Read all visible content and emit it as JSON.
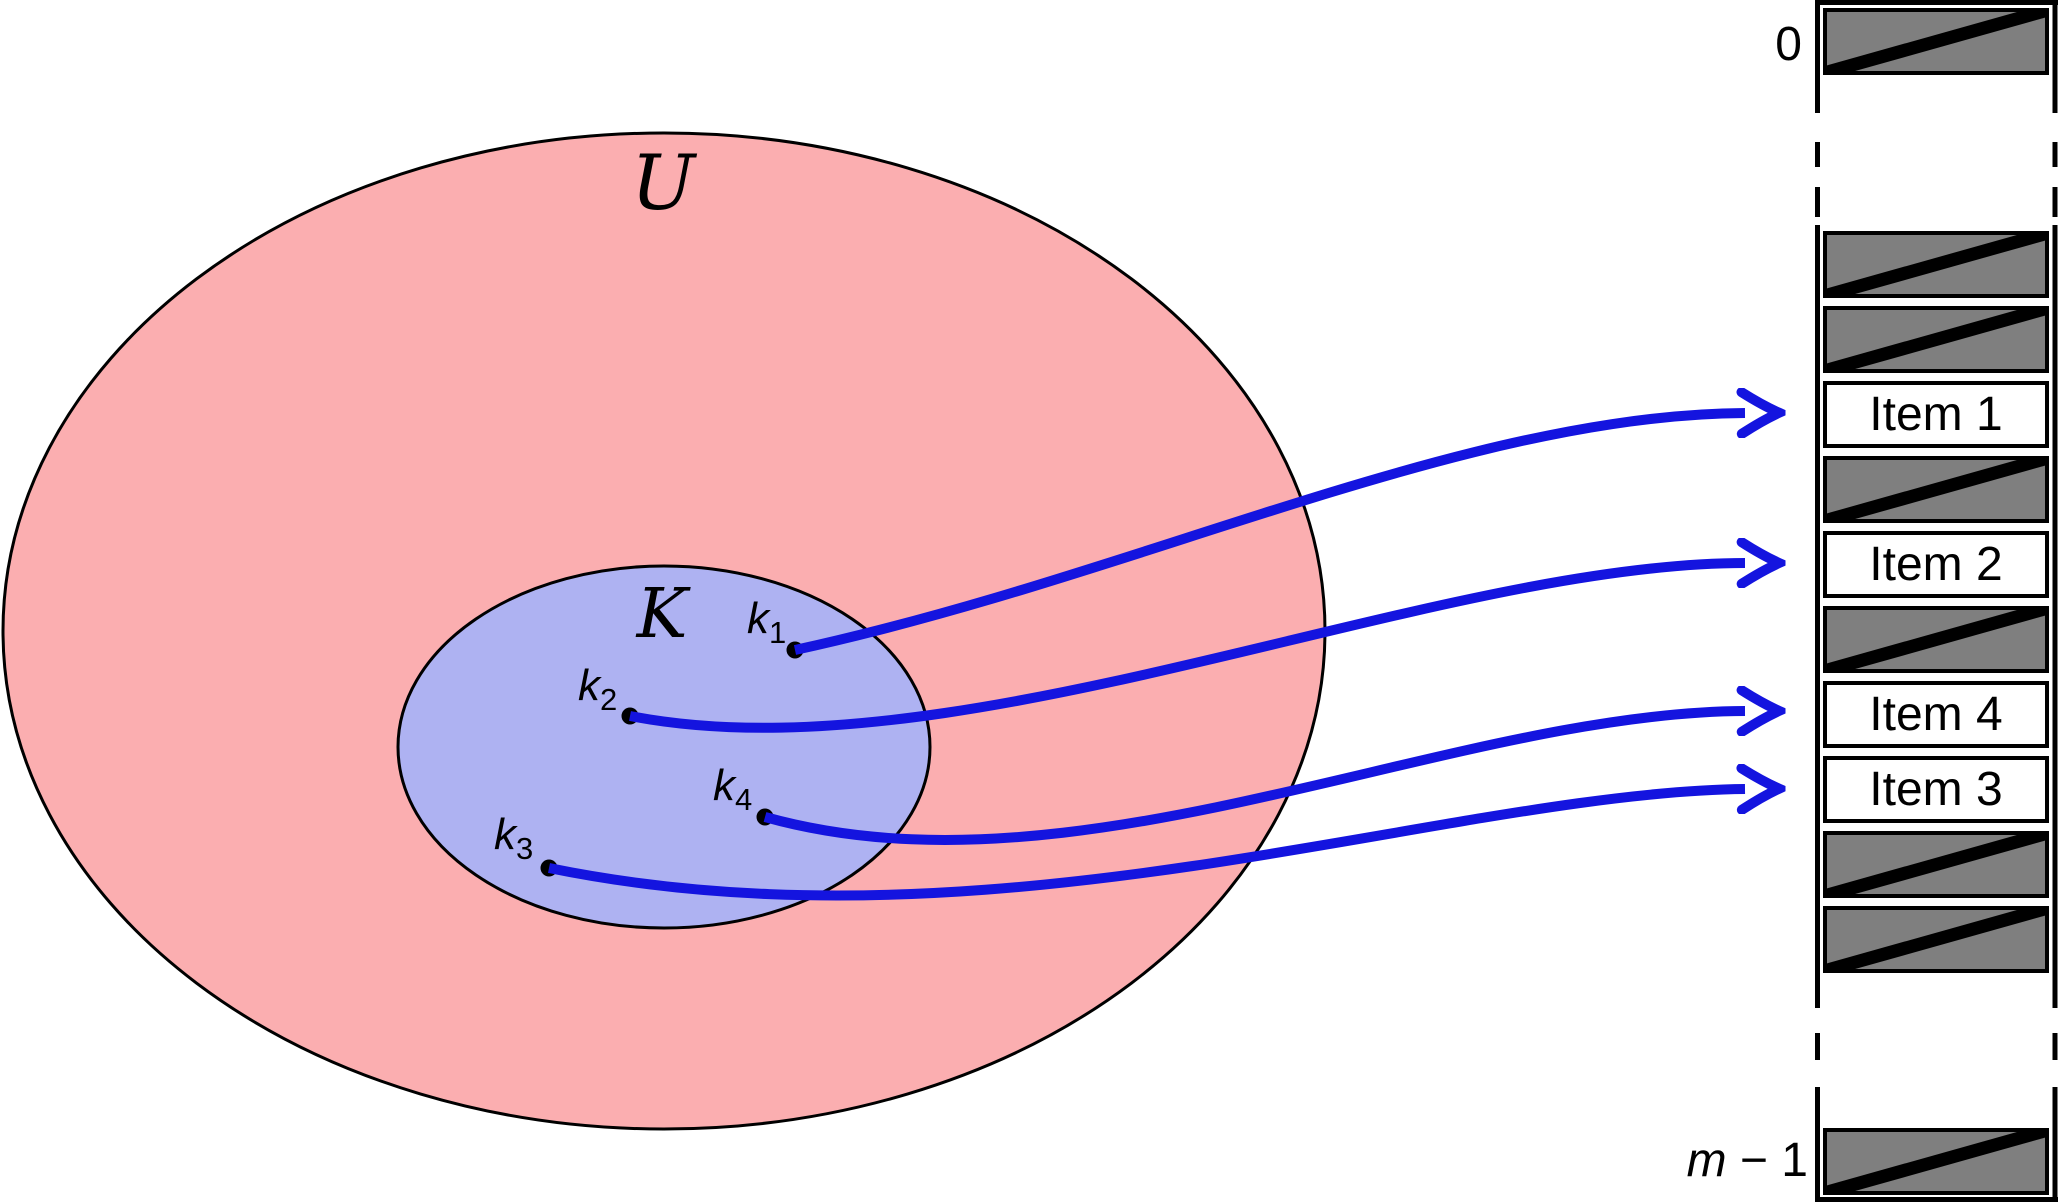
{
  "figure": {
    "universe_label": "U",
    "keys_set_label": "K",
    "keys": [
      {
        "base": "k",
        "subscript": "1"
      },
      {
        "base": "k",
        "subscript": "2"
      },
      {
        "base": "k",
        "subscript": "3"
      },
      {
        "base": "k",
        "subscript": "4"
      }
    ]
  },
  "hash_table": {
    "first_index_label": "0",
    "last_index": {
      "variable": "m",
      "suffix": " − 1"
    },
    "slots": [
      {
        "type": "empty"
      },
      {
        "type": "empty"
      },
      {
        "type": "empty"
      },
      {
        "type": "item",
        "label": "Item 1"
      },
      {
        "type": "empty"
      },
      {
        "type": "item",
        "label": "Item 2"
      },
      {
        "type": "empty"
      },
      {
        "type": "item",
        "label": "Item 4"
      },
      {
        "type": "item",
        "label": "Item 3"
      },
      {
        "type": "empty"
      },
      {
        "type": "empty"
      },
      {
        "type": "empty"
      }
    ]
  },
  "colors": {
    "universe_fill": "#FBAEB0",
    "keys_fill": "#AEB2F2",
    "arrow_blue": "#1414DF",
    "empty_slot_fill": "#7F7F7F",
    "outline": "#000000"
  }
}
